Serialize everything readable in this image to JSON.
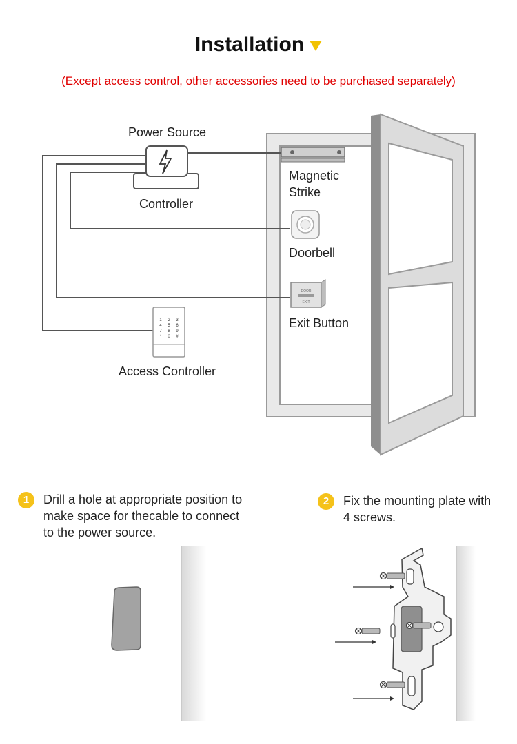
{
  "header": {
    "title": "Installation",
    "notice": "(Except access control, other accessories need to be purchased separately)"
  },
  "diagram": {
    "power_source": "Power Source",
    "controller": "Controller",
    "magnetic_strike_line1": "Magnetic",
    "magnetic_strike_line2": "Strike",
    "doorbell": "Doorbell",
    "exit_button": "Exit Button",
    "access_controller": "Access Controller",
    "exit_panel_text1": "DOOR",
    "exit_panel_text2": "EXIT",
    "keypad_keys": [
      "1",
      "2",
      "3",
      "4",
      "5",
      "6",
      "7",
      "8",
      "9",
      "*",
      "0",
      "#"
    ]
  },
  "steps": [
    {
      "number": "1",
      "lines": [
        "Drill a hole at appropriate position to",
        "make space for thecable to connect",
        "to the power source."
      ]
    },
    {
      "number": "2",
      "lines": [
        "Fix the mounting plate with",
        "4 screws."
      ]
    }
  ],
  "colors": {
    "accent": "#f5c21a",
    "notice": "#e00000",
    "wire": "#555555",
    "door": "#9a9a9a"
  }
}
